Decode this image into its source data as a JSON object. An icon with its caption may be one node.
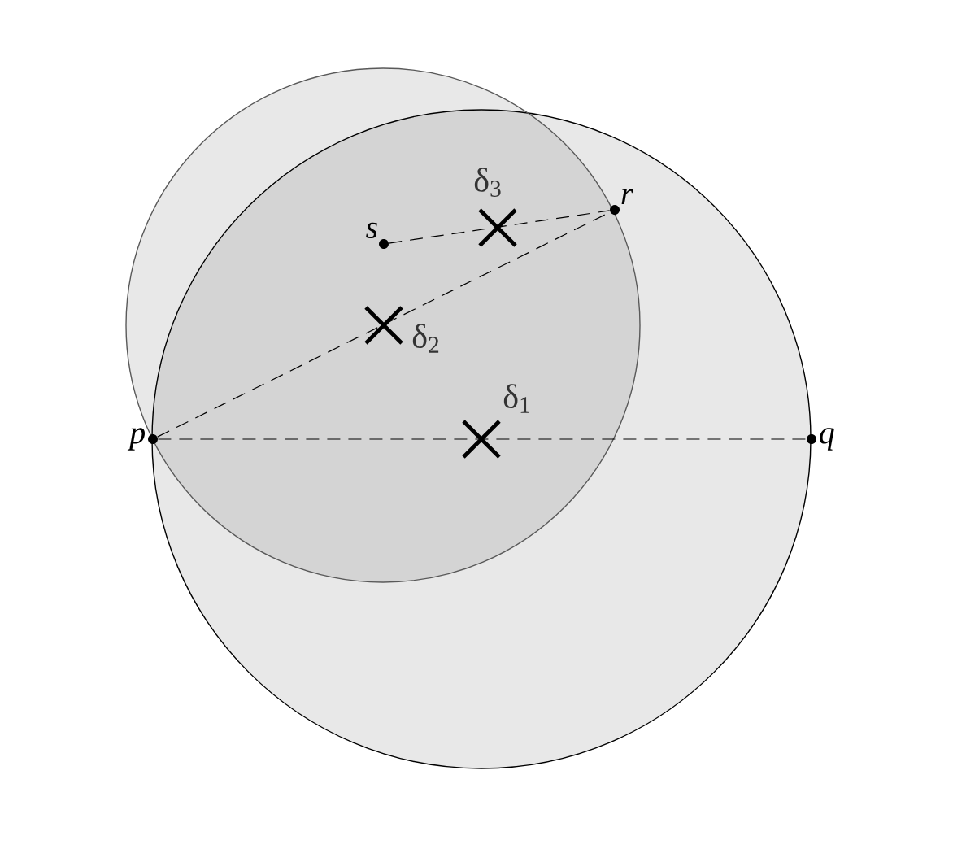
{
  "diagram": {
    "nodes": [
      {
        "text": [
          "p"
        ]
      },
      {
        "text": [
          "q"
        ]
      },
      {
        "text": [
          "r"
        ]
      },
      {
        "text": [
          "s"
        ]
      }
    ],
    "edges": [
      {
        "from": 0,
        "to": 1,
        "arrow": "none",
        "style": "dashed"
      },
      {
        "from": 0,
        "to": 2,
        "arrow": "none",
        "style": "dashed"
      },
      {
        "from": 3,
        "to": 2,
        "arrow": "none",
        "style": "dashed"
      }
    ],
    "labels": [
      "δ$_{3}$",
      "δ$_{2}$",
      "δ$_{1}$"
    ]
  }
}
